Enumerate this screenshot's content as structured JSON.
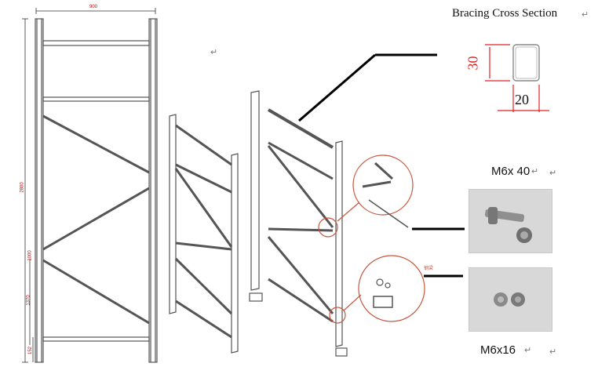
{
  "colors": {
    "line": "#4a4a4a",
    "dimension": "#e02020",
    "callout": "#c8553d",
    "background": "#ffffff"
  },
  "drawing": {
    "frame_width": "900",
    "frame_height": "2800",
    "dim_a": "1370",
    "dim_b": "1000",
    "dim_c": "152"
  },
  "bracing": {
    "title": "Bracing Cross Section",
    "height": "30",
    "width": "20"
  },
  "bolts": [
    {
      "label": "M6x 40",
      "icon": "bolt-photo"
    },
    {
      "label": "M6x16",
      "icon": "bolt-photo"
    }
  ],
  "callout_text": "钢梁",
  "paragraph_mark": "↵"
}
